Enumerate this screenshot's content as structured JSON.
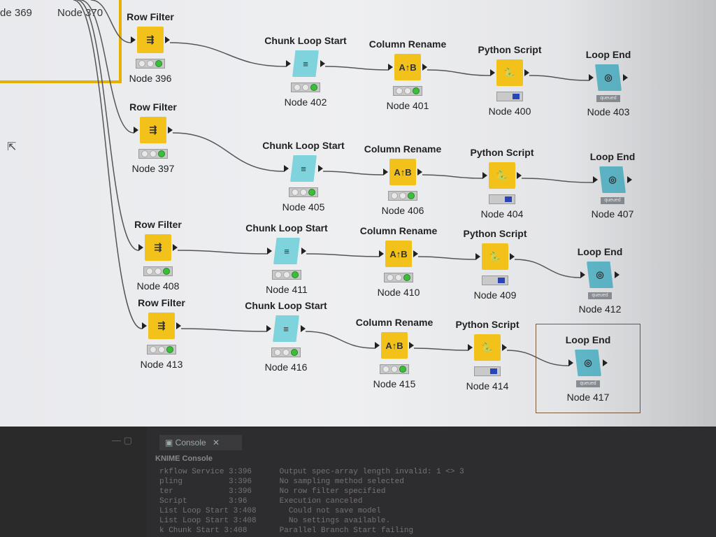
{
  "top_nodes": [
    "de 369",
    "Node 370"
  ],
  "nodes": [
    {
      "id": "n396",
      "title": "Row Filter",
      "label": "Node 396",
      "kind": "filter",
      "status": "traffic"
    },
    {
      "id": "n402",
      "title": "Chunk Loop Start",
      "label": "Node 402",
      "kind": "chunk",
      "status": "traffic"
    },
    {
      "id": "n401",
      "title": "Column Rename",
      "label": "Node 401",
      "kind": "rename",
      "status": "traffic"
    },
    {
      "id": "n400",
      "title": "Python Script",
      "label": "Node 400",
      "kind": "python",
      "status": "progress"
    },
    {
      "id": "n403",
      "title": "Loop End",
      "label": "Node 403",
      "kind": "loopend",
      "status": "queued"
    },
    {
      "id": "n397",
      "title": "Row Filter",
      "label": "Node 397",
      "kind": "filter",
      "status": "traffic"
    },
    {
      "id": "n405",
      "title": "Chunk Loop Start",
      "label": "Node 405",
      "kind": "chunk",
      "status": "traffic"
    },
    {
      "id": "n406",
      "title": "Column Rename",
      "label": "Node 406",
      "kind": "rename",
      "status": "traffic"
    },
    {
      "id": "n404",
      "title": "Python Script",
      "label": "Node 404",
      "kind": "python",
      "status": "progress"
    },
    {
      "id": "n407",
      "title": "Loop End",
      "label": "Node 407",
      "kind": "loopend",
      "status": "queued"
    },
    {
      "id": "n408",
      "title": "Row Filter",
      "label": "Node 408",
      "kind": "filter",
      "status": "traffic"
    },
    {
      "id": "n411",
      "title": "Chunk Loop Start",
      "label": "Node 411",
      "kind": "chunk",
      "status": "traffic"
    },
    {
      "id": "n410",
      "title": "Column Rename",
      "label": "Node 410",
      "kind": "rename",
      "status": "traffic"
    },
    {
      "id": "n409",
      "title": "Python Script",
      "label": "Node 409",
      "kind": "python",
      "status": "progress"
    },
    {
      "id": "n412",
      "title": "Loop End",
      "label": "Node 412",
      "kind": "loopend",
      "status": "queued"
    },
    {
      "id": "n413",
      "title": "Row Filter",
      "label": "Node 413",
      "kind": "filter",
      "status": "traffic"
    },
    {
      "id": "n416",
      "title": "Chunk Loop Start",
      "label": "Node 416",
      "kind": "chunk",
      "status": "traffic"
    },
    {
      "id": "n415",
      "title": "Column Rename",
      "label": "Node 415",
      "kind": "rename",
      "status": "traffic"
    },
    {
      "id": "n414",
      "title": "Python Script",
      "label": "Node 414",
      "kind": "python",
      "status": "progress"
    },
    {
      "id": "n417",
      "title": "Loop End",
      "label": "Node 417",
      "kind": "loopend",
      "status": "queued"
    }
  ],
  "status_text": {
    "queued": "queued"
  },
  "console": {
    "tab_label": "Console",
    "title": "KNIME Console",
    "lines": [
      "rkflow Service 3:396      Output spec-array length invalid: 1 <> 3",
      "pling          3:396      No sampling method selected",
      "ter            3:396      No row filter specified",
      "Script         3:96       Execution canceled",
      "List Loop Start 3:408       Could not save model",
      "List Loop Start 3:408       No settings available.",
      "k Chunk Start 3:408       Parallel Branch Start failing"
    ]
  },
  "colors": {
    "node_yellow": "#f2c21a",
    "loop_cyan": "#7fd3dd",
    "status_green": "#3cbe3c",
    "progress_blue": "#2846b8"
  }
}
